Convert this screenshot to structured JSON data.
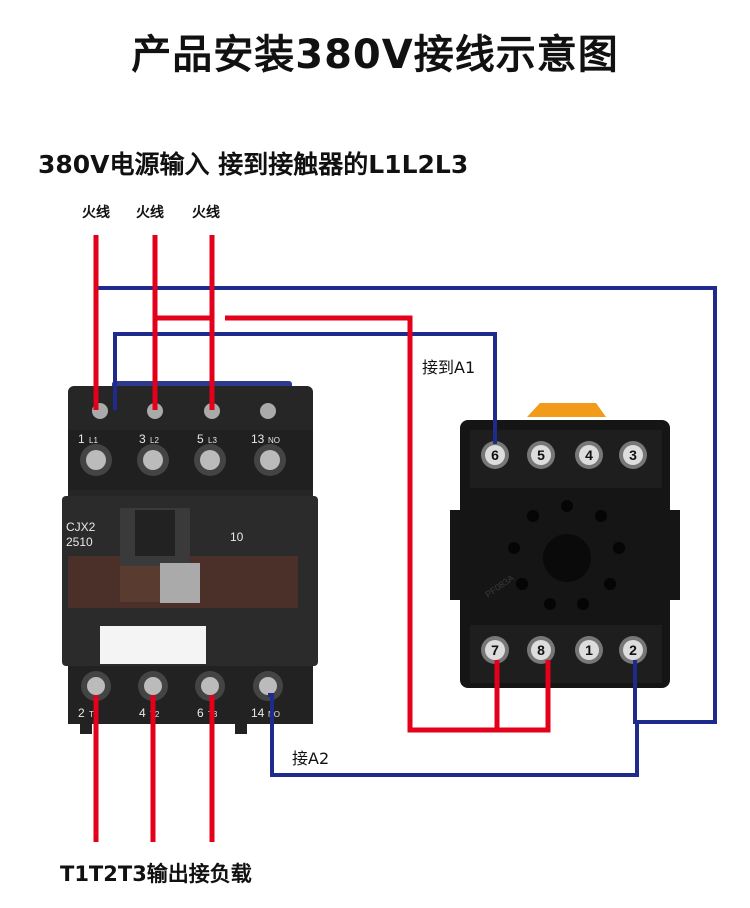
{
  "title": "产品安装380V接线示意图",
  "subtitle": "380V电源输入 接到接触器的L1L2L3",
  "phase_labels": [
    "火线",
    "火线",
    "火线"
  ],
  "notes": {
    "a1": "接到A1",
    "a2": "接A2"
  },
  "output_label": "T1T2T3输出接负载",
  "contactor": {
    "model_line1": "CJX2",
    "model_line2": "2510",
    "rating": "10",
    "top_terminals": [
      {
        "num": "1",
        "sub": "L1"
      },
      {
        "num": "3",
        "sub": "L2"
      },
      {
        "num": "5",
        "sub": "L3"
      },
      {
        "num": "13",
        "sub": "NO"
      }
    ],
    "bottom_terminals": [
      {
        "num": "2",
        "sub": "T1"
      },
      {
        "num": "4",
        "sub": "T2"
      },
      {
        "num": "6",
        "sub": "T3"
      },
      {
        "num": "14",
        "sub": "NO"
      }
    ]
  },
  "relay_base": {
    "top_numbers": [
      "6",
      "5",
      "4",
      "3"
    ],
    "bottom_numbers": [
      "7",
      "8",
      "1",
      "2"
    ],
    "mark": "PF083A"
  },
  "colors": {
    "phase_wire": "#e3001b",
    "control_wire": "#1f2b8c",
    "contactor_body": "#262626",
    "base_body": "#151515",
    "clip": "#f29a1a"
  }
}
